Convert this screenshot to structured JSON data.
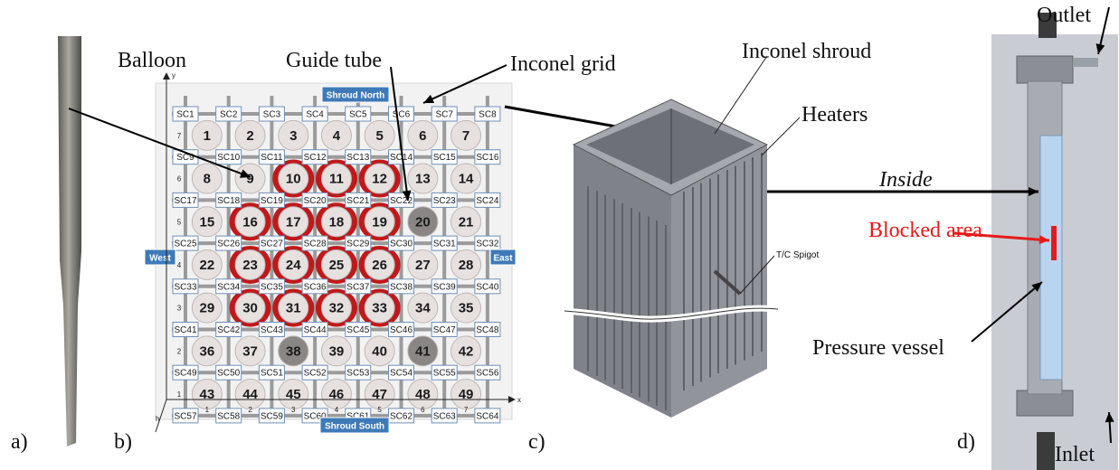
{
  "labels": {
    "a": "a)",
    "b": "b)",
    "c": "c)",
    "d": "d)",
    "balloon": "Balloon",
    "guide_tube": "Guide tube",
    "inconel_grid": "Inconel grid",
    "inconel_shroud": "Inconel shroud",
    "heaters": "Heaters",
    "inside": "Inside",
    "blocked_area": "Blocked area",
    "pressure_vessel": "Pressure vessel",
    "outlet": "Outlet",
    "inlet": "Inlet",
    "tc_spigot": "T/C Spigot"
  },
  "grid": {
    "shroud_north": "Shroud North",
    "shroud_south": "Shroud South",
    "west": "West",
    "east": "East",
    "axis_x": "x",
    "axis_y": "y",
    "axis_h": "h",
    "subchannels": [
      "SC1",
      "SC2",
      "SC3",
      "SC4",
      "SC5",
      "SC6",
      "SC7",
      "SC8",
      "SC9",
      "SC10",
      "SC11",
      "SC12",
      "SC13",
      "SC14",
      "SC15",
      "SC16",
      "SC17",
      "SC18",
      "SC19",
      "SC20",
      "SC21",
      "SC22",
      "SC23",
      "SC24",
      "SC25",
      "SC26",
      "SC27",
      "SC28",
      "SC29",
      "SC30",
      "SC31",
      "SC32",
      "SC33",
      "SC34",
      "SC35",
      "SC36",
      "SC37",
      "SC38",
      "SC39",
      "SC40",
      "SC41",
      "SC42",
      "SC43",
      "SC44",
      "SC45",
      "SC46",
      "SC47",
      "SC48",
      "SC49",
      "SC50",
      "SC51",
      "SC52",
      "SC53",
      "SC54",
      "SC55",
      "SC56",
      "SC57",
      "SC58",
      "SC59",
      "SC60",
      "SC61",
      "SC62",
      "SC63",
      "SC64"
    ],
    "rods": [
      "1",
      "2",
      "3",
      "4",
      "5",
      "6",
      "7",
      "8",
      "9",
      "10",
      "11",
      "12",
      "13",
      "14",
      "15",
      "16",
      "17",
      "18",
      "19",
      "20",
      "21",
      "22",
      "23",
      "24",
      "25",
      "26",
      "27",
      "28",
      "29",
      "30",
      "31",
      "32",
      "33",
      "34",
      "35",
      "36",
      "37",
      "38",
      "39",
      "40",
      "41",
      "42",
      "43",
      "44",
      "45",
      "46",
      "47",
      "48",
      "49"
    ],
    "guide_tubes": [
      20,
      38,
      41
    ],
    "ballooned_rods": [
      10,
      11,
      12,
      16,
      17,
      18,
      19,
      23,
      24,
      25,
      26,
      30,
      31,
      32,
      33
    ],
    "row_ticks": [
      "7",
      "6",
      "5",
      "4",
      "3",
      "2",
      "1"
    ],
    "col_ticks": [
      "1",
      "2",
      "3",
      "4",
      "5",
      "6",
      "7"
    ],
    "colors": {
      "balloon": "#c0191b",
      "rod": "#e6e0df",
      "guide": "#8a8686",
      "tag": "#3e7ab8",
      "blocked": "#e51b1b"
    }
  }
}
